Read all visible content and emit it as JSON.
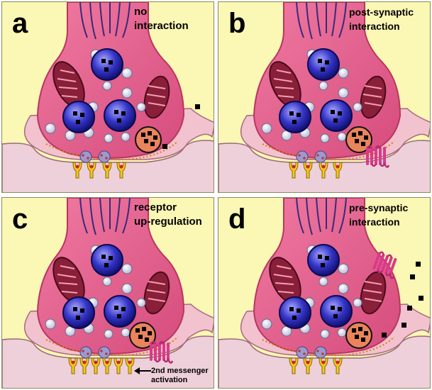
{
  "panels": [
    {
      "letter": "a",
      "caption": "no\ninteraction"
    },
    {
      "letter": "b",
      "caption": "post-synaptic\ninteraction"
    },
    {
      "letter": "c",
      "caption": "receptor\nup-regulation"
    },
    {
      "letter": "d",
      "caption": "pre-synaptic\ninteraction"
    }
  ],
  "annotation": "2nd messenger\nactivation",
  "colors": {
    "background": "#fbf7b4",
    "terminal": "#e8638e",
    "terminal_outline": "#b8365f",
    "vesicle": "#2f2fbf",
    "mitochondrion": "#8a1f3a",
    "postsynaptic": "#f0d2da",
    "receptor": "#f3c81e",
    "foreign_receptor": "#d93a8a"
  },
  "icons": [
    "vesicle-icon",
    "mitochondrion-icon",
    "receptor-icon",
    "ligand-square-icon"
  ]
}
